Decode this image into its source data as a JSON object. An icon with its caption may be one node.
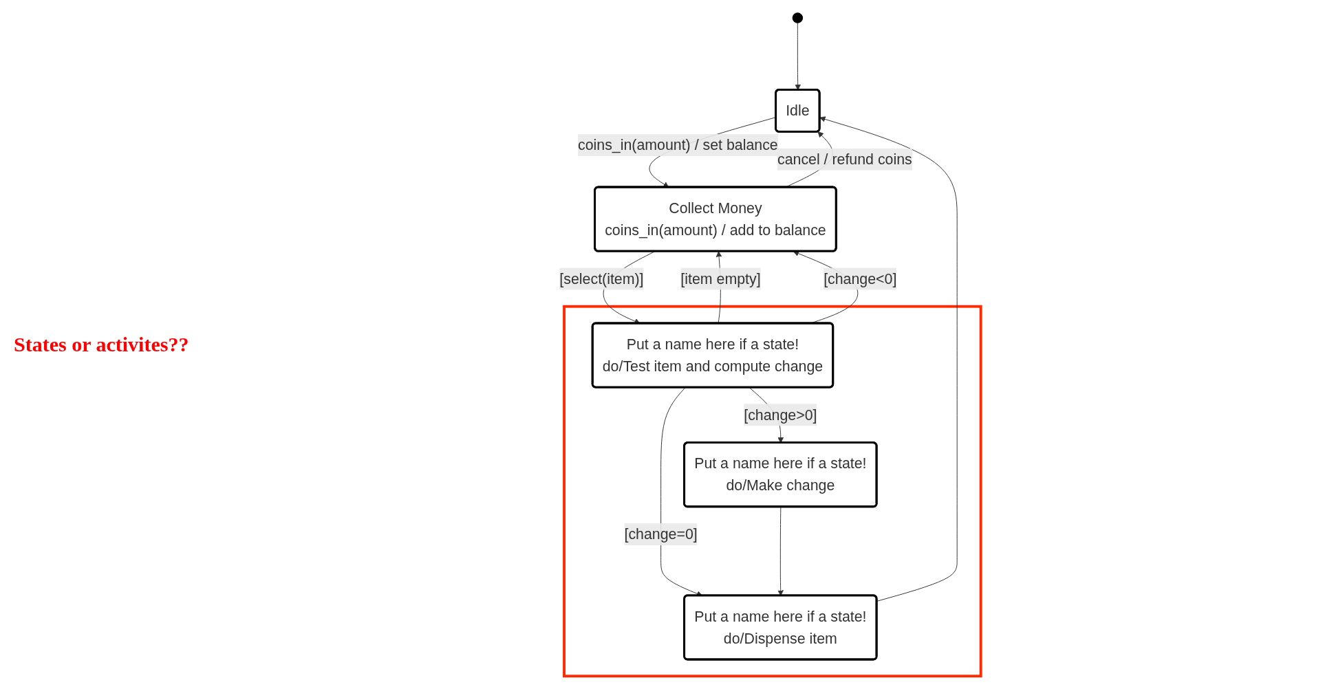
{
  "diagram": {
    "nodes": [
      {
        "text": [],
        "shape": "circle"
      },
      {
        "text": [
          "Idle"
        ]
      },
      {
        "text": [
          "Collect Money",
          "coins_in(amount) / add to balance"
        ]
      },
      {
        "text": [],
        "shape": "box"
      },
      {
        "text": [
          "Put a name here if a state!",
          "do/Test item and compute change"
        ],
        "in": 3
      },
      {
        "text": [
          "Put a name here if a state!",
          "do/Dispense item"
        ],
        "in": 3
      },
      {
        "text": [
          "Put a name here if a state!",
          "do/Make change"
        ],
        "in": 3
      }
    ],
    "edges": [
      {
        "from": 0,
        "to": 1,
        "arrow": "to"
      },
      {
        "from": 1,
        "to": 2,
        "arrow": "to",
        "label": "coins_in(amount) / set balance"
      },
      {
        "from": 2,
        "to": 1,
        "arrow": "to",
        "label": "cancel / refund coins"
      },
      {
        "from": 4,
        "to": 2,
        "arrow": "to",
        "label": "[item empty]"
      },
      {
        "from": 2,
        "to": 4,
        "arrow": "to",
        "label": "[select(item)]"
      },
      {
        "from": 4,
        "to": 2,
        "arrow": "to",
        "label": "[change<0]"
      },
      {
        "from": 4,
        "to": 5,
        "arrow": "to",
        "label": "[change=0]"
      },
      {
        "from": 4,
        "to": 6,
        "arrow": "to",
        "label": "[change>0]"
      },
      {
        "from": 6,
        "to": 5,
        "arrow": "to"
      },
      {
        "from": 5,
        "to": 1,
        "arrow": "to"
      }
    ],
    "labels": [
      "States or activites??"
    ]
  }
}
